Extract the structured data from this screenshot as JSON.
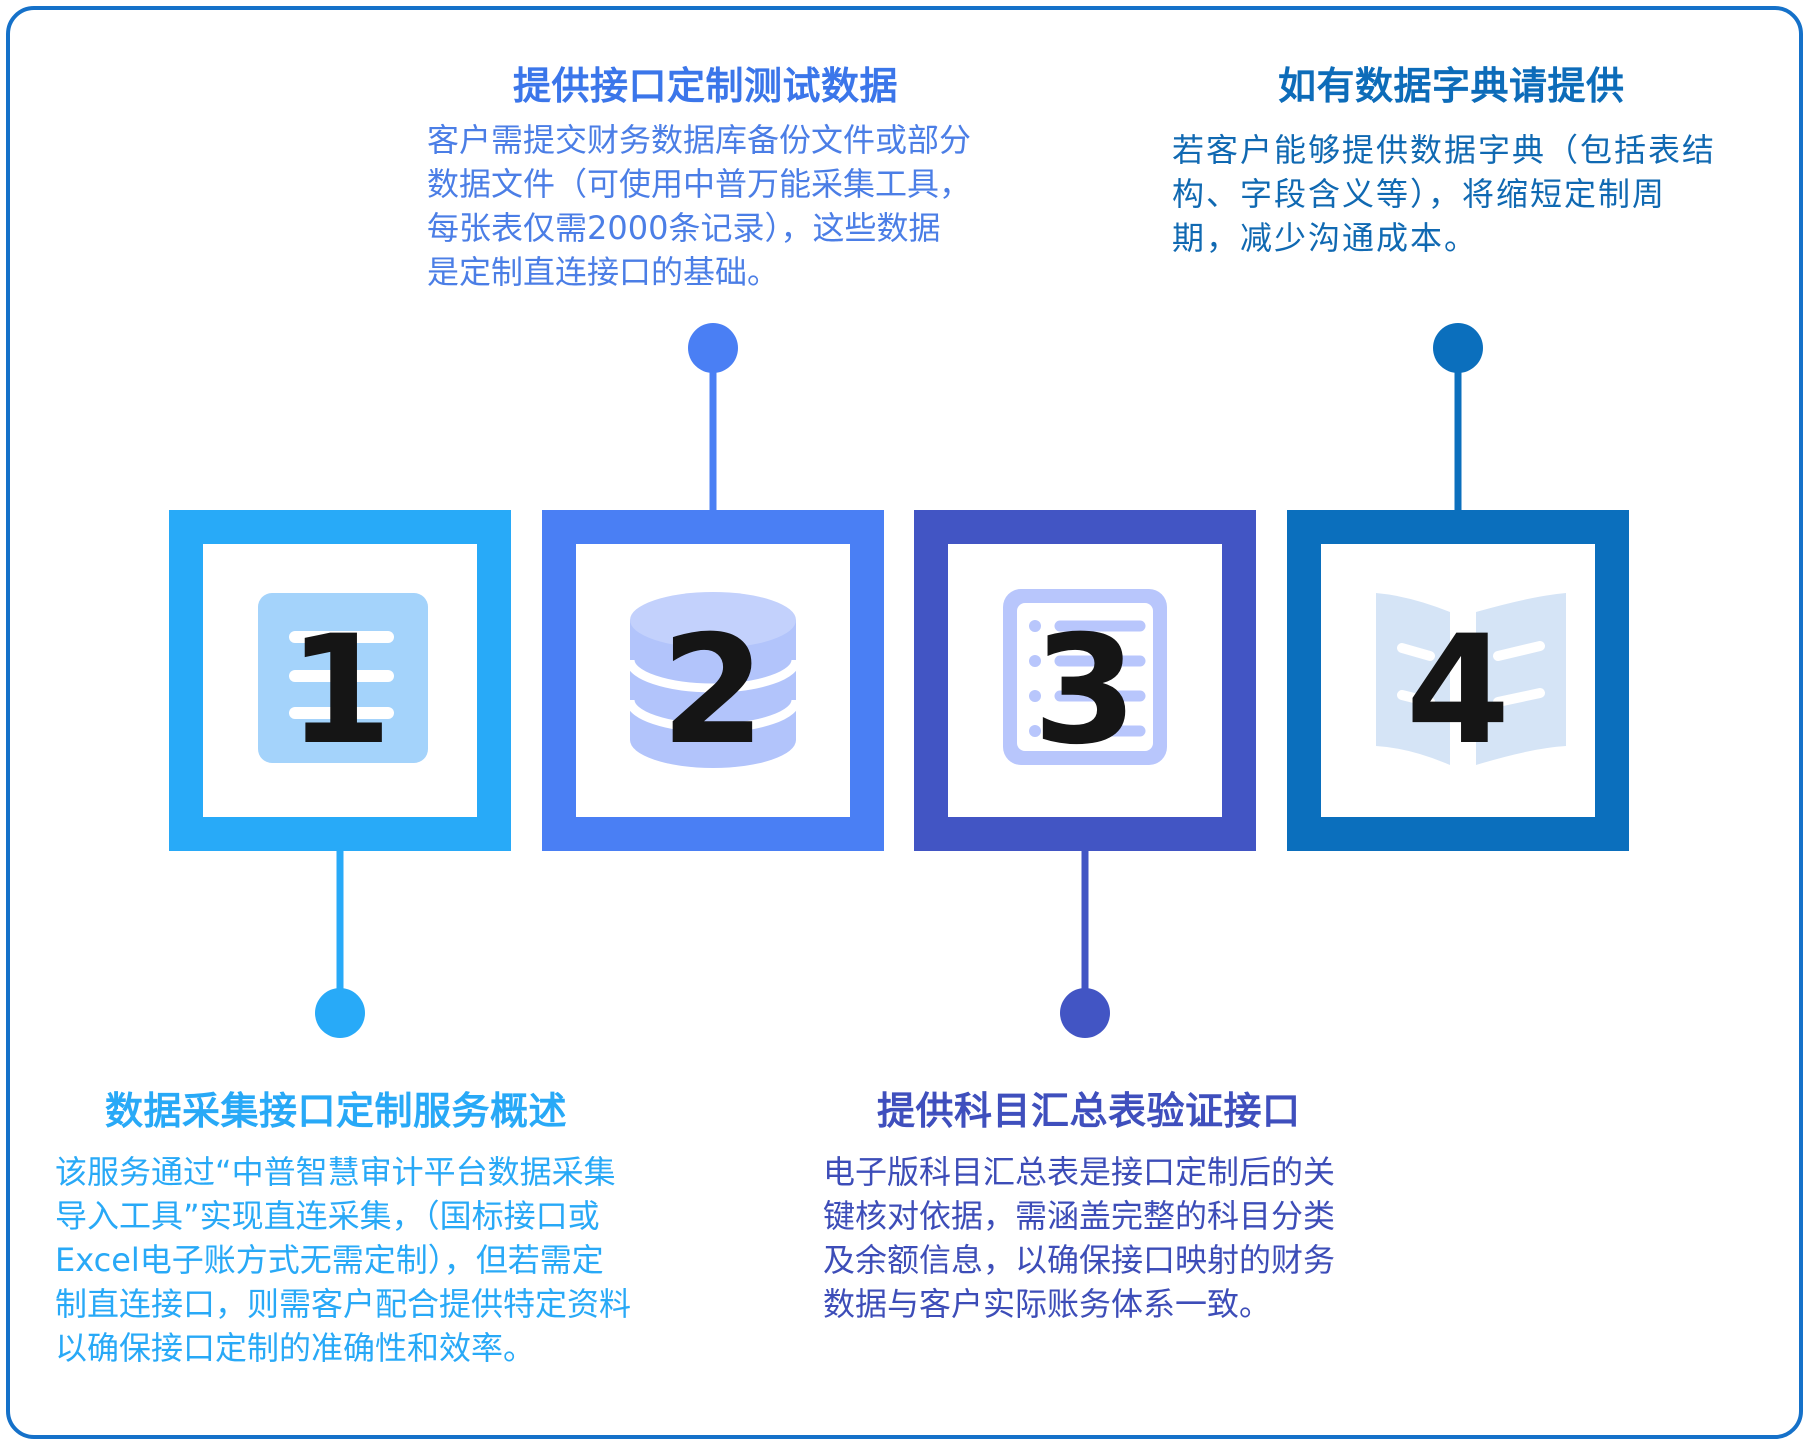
{
  "steps": [
    {
      "number": "1",
      "title": "数据采集接口定制服务概述",
      "lines": [
        "该服务通过“中普智慧审计平台数据采集",
        "导入工具”实现直连采集，（国标接口或",
        "Excel电子账方式无需定制），但若需定",
        "制直连接口，则需客户配合提供特定资料",
        "以确保接口定制的准确性和效率。"
      ],
      "icon": "document-lines-icon",
      "color": "#28aaf8"
    },
    {
      "number": "2",
      "title": "提供接口定制测试数据",
      "lines": [
        "客户需提交财务数据库备份文件或部分",
        "数据文件（可使用中普万能采集工具，",
        "每张表仅需2000条记录），这些数据",
        "是定制直连接口的基础。"
      ],
      "icon": "database-icon",
      "color": "#4a7ff4"
    },
    {
      "number": "3",
      "title": "提供科目汇总表验证接口",
      "lines": [
        "电子版科目汇总表是接口定制后的关",
        "键核对依据，需涵盖完整的科目分类",
        "及余额信息，以确保接口映射的财务",
        "数据与客户实际账务体系一致。"
      ],
      "icon": "checklist-icon",
      "color": "#4255c4"
    },
    {
      "number": "4",
      "title": "如有数据字典请提供",
      "lines": [
        "若客户能够提供数据字典（包括表结",
        "构、字段含义等），将缩短定制周",
        "期，减少沟通成本。"
      ],
      "icon": "open-book-icon",
      "color": "#0b6fbd"
    }
  ]
}
